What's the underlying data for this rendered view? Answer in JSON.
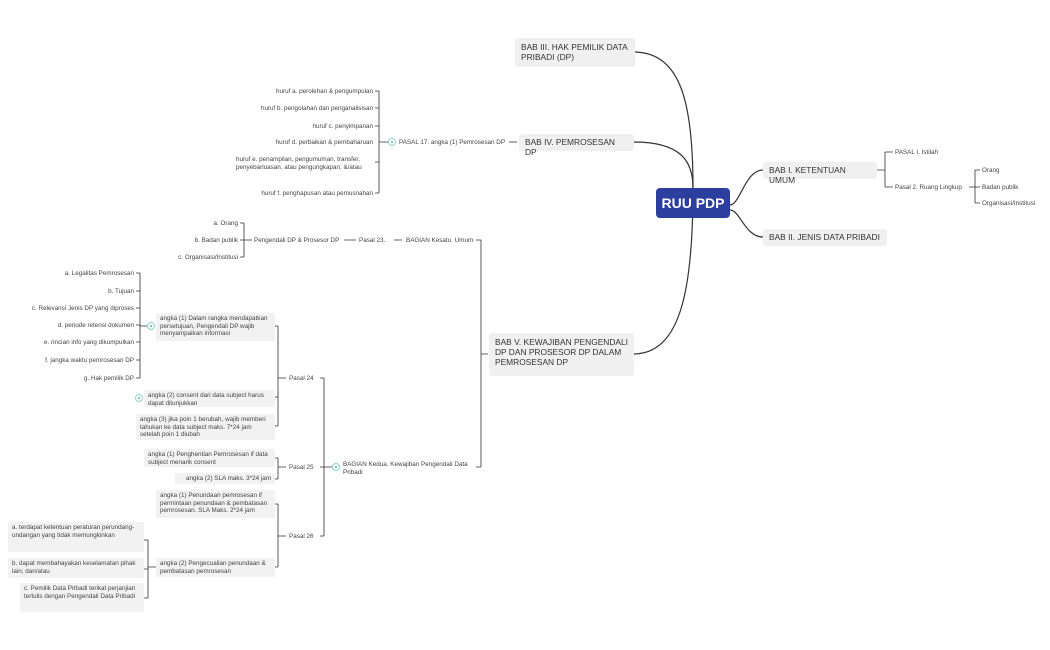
{
  "root": "RUU PDP",
  "bab1": {
    "title": "BAB I. KETENTUAN UMUM",
    "pasal1": "PASAL I. Istilah",
    "pasal2": "Pasal 2. Ruang Lingkup",
    "lingkup": [
      "Orang",
      "Badan publik",
      "Organisasi/Institusi"
    ]
  },
  "bab2": {
    "title": "BAB II. JENIS DATA PRIBADI"
  },
  "bab3": {
    "title": "BAB III. HAK PEMILIK DATA PRIBADI (DP)"
  },
  "bab4": {
    "title": "BAB IV. PEMROSESAN DP",
    "pasal17": "PASAL 17. angka (1) Pemrosesan DP",
    "huruf": [
      "huruf a. perolehan & pengumpulan",
      "huruf b. pengolahan dan penganalisisan",
      "huruf c. penyimpanan",
      "huruf d. perbaikan & pembaharuan",
      "huruf e. penampilan, pengumuman, transfer, penyebarluasan, atau pengungkapan; &/atau",
      "huruf f. penghapusan atau pemusnahan"
    ]
  },
  "bab5": {
    "title": "BAB V. KEWAJIBAN PENGENDALI DP DAN PROSESOR DP DALAM PEMROSESAN DP",
    "bagian1": {
      "title": "BAGIAN Kesatu. Umum",
      "pasal23": "Pasal 23.",
      "pengendali": "Pengendali DP & Prosesor DP",
      "items": [
        "a. Orang",
        "b. Badan publik",
        "c. Organisasi/Institusi"
      ]
    },
    "bagian2": {
      "title": "BAGIAN Kedua. Kewajiban Pengendali Data Pribadi",
      "pasal24": {
        "label": "Pasal 24",
        "angka1": "angka (1) Dalam rangka mendapatkan persetujuan, Pengendali DP wajib menyampaikan informasi",
        "info": [
          "a. Legalitas Pemrosesan",
          "b. Tujuan",
          "c. Relevansi Jenis DP yang diproses",
          "d. periode retensi dokumen",
          "e. rincian info yang dikumpulkan",
          "f. jangka waktu pemrosesan DP",
          "g. Hak pemilik DP"
        ],
        "angka2": "angka (2) consent dari data subject harus dapat ditunjukkan",
        "angka3": "angka (3) jika poin 1 berubah, wajib memberi tahukan ke data subject maks. 7*24 jam setelah poin 1 diubah"
      },
      "pasal25": {
        "label": "Pasal 25",
        "angka1": "angka (1) Penghentian Pemrosesan if data subject menarik consent",
        "angka2": "angka (2) SLA maks. 3*24 jam"
      },
      "pasal26": {
        "label": "Pasal 26",
        "angka1": "angka (1) Penundaan pemrosesan if permintaan penundaan & pembatasan pemrosesan. SLA Maks. 2*24 jam",
        "angka2": "angka (2) Pengecualian penundaan & pembatasan pemrosesan",
        "pengecualian": [
          "a. terdapat ketentuan peraturan perundang-undangan yang tidak memungkinkan",
          "b. dapat membahayakan keselamatan pihak lain; dan/atau",
          "c. Pemilik Data Pribadi terikat perjanjian tertulis dengan Pengendali Data Pribadi"
        ]
      }
    }
  },
  "colors": {
    "root": "#2c3e9e",
    "line": "#333333",
    "node": "#f0f0f0",
    "expand": "#4fb8a5"
  }
}
